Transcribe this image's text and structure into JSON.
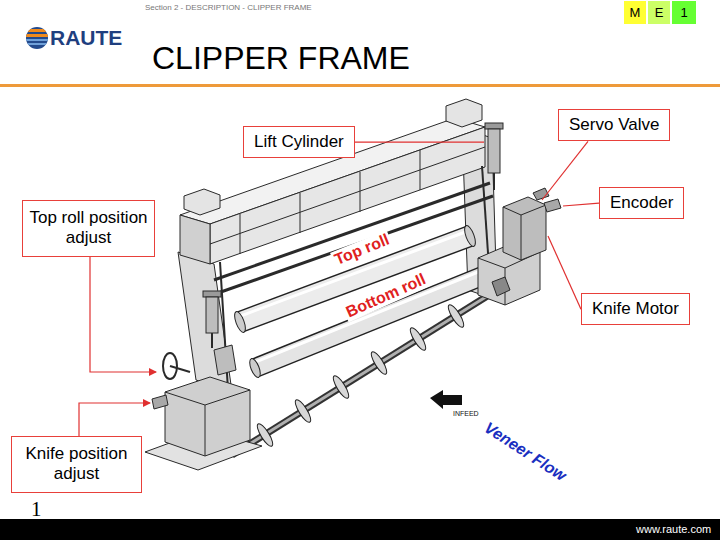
{
  "diagram": {
    "title": "CLIPPER FRAME",
    "nodes": [
      {
        "text": [
          "M"
        ]
      },
      {
        "text": [
          "E"
        ]
      },
      {
        "text": [
          "1"
        ]
      },
      {
        "text": [
          "Lift Cylinder"
        ]
      },
      {
        "text": [
          "Servo Valve"
        ]
      },
      {
        "text": [
          "Encoder"
        ]
      },
      {
        "text": [
          "Top roll position adjust"
        ]
      },
      {
        "text": [
          "Knife Motor"
        ]
      },
      {
        "text": [
          "Knife position adjust"
        ]
      }
    ],
    "labels": [
      "Section 2 - DESCRIPTION - CLIPPER FRAME",
      "RAUTE",
      "Top roll",
      "Bottom roll",
      "INFEED",
      "Veneer Flow",
      "1",
      "www.raute.com"
    ]
  }
}
